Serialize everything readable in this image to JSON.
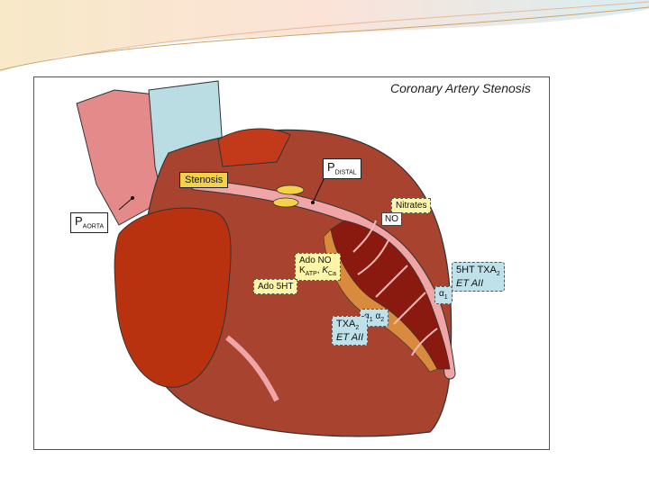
{
  "title": "Coronary Artery Stenosis",
  "labels": {
    "p_aorta": "P",
    "p_aorta_sub": "AORTA",
    "p_distal": "P",
    "p_distal_sub": "DISTAL",
    "stenosis": "Stenosis",
    "nitrates": "Nitrates",
    "no": "NO",
    "ado_no": "Ado NO",
    "katp": "K",
    "katp_sub": "ATP",
    "kca": "K",
    "kca_sub": "Ca",
    "ado_5ht": "Ado 5HT",
    "ht_txa": "5HT TXA",
    "ht_txa_sub": "2",
    "et_all_1": "ET AII",
    "alpha1_right": "α",
    "alpha1_right_sub": "1",
    "alpha1": "α",
    "alpha1_sub": "1",
    "alpha2": "α",
    "alpha2_sub": "2",
    "txa2": "TXA",
    "txa2_sub": "2",
    "et_all_2": "ET AII"
  },
  "colors": {
    "heart": "#a8432f",
    "heart_dark": "#7a1f10",
    "aorta": "#e58a8a",
    "vena": "#b9dde2",
    "vessel": "#f0a6a6",
    "myocardium": "#8a1a10",
    "plaque": "#d98a3c"
  }
}
